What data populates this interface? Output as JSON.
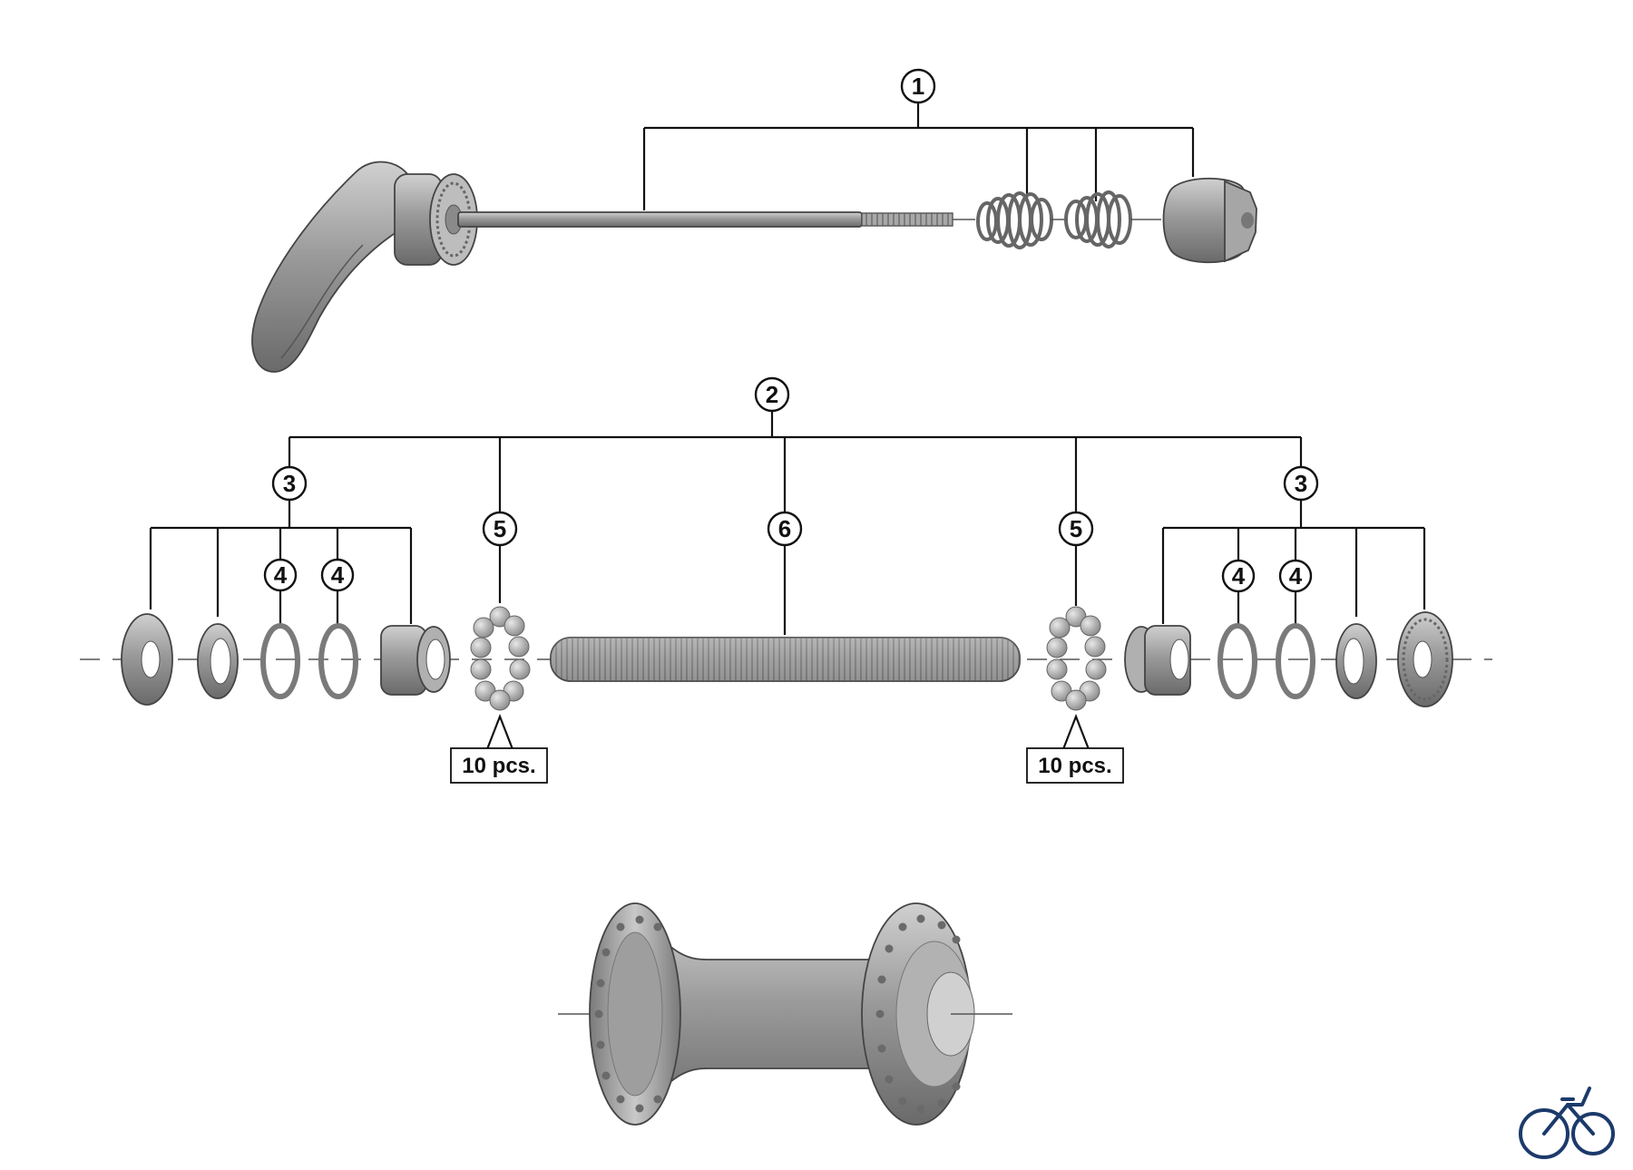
{
  "callouts": {
    "c1": "1",
    "c2": "2",
    "c3_left": "3",
    "c3_right": "3",
    "c4_left_a": "4",
    "c4_left_b": "4",
    "c4_right_a": "4",
    "c4_right_b": "4",
    "c5_left": "5",
    "c5_right": "5",
    "c6": "6"
  },
  "quantity_labels": {
    "left": "10 pcs.",
    "right": "10 pcs."
  },
  "colors": {
    "part_fill": "#8c8c8c",
    "part_light": "#c4c4c4",
    "part_dark": "#5e5e5e",
    "line": "#111111",
    "logo": "#1c3a6b"
  },
  "icons": {
    "logo": "bicycle-icon"
  }
}
